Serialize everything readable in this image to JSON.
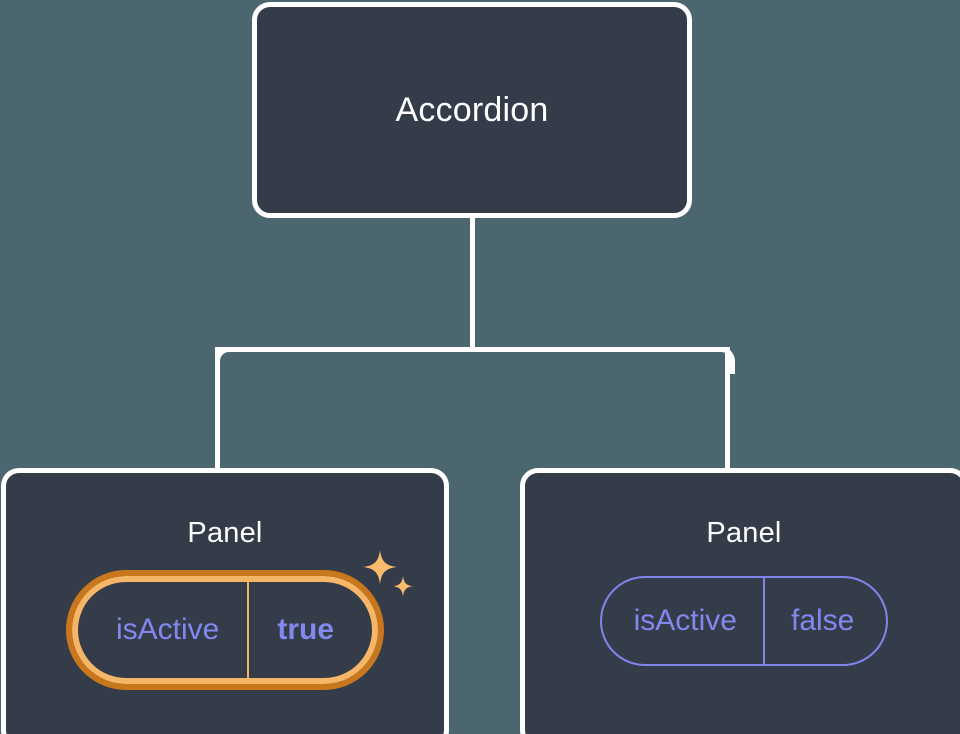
{
  "theme": {
    "background": "#4c6670",
    "node_fill": "#343c4a",
    "node_border": "#ffffff",
    "edge_color": "#ffffff",
    "prop_text": "#8188ee",
    "prop_border": "#7f85ec",
    "highlight_inner": "#f6b667",
    "highlight_outer": "#c8771c",
    "sparkle": "#fabb6c",
    "title_text": "#ffffff"
  },
  "diagram": {
    "type": "component-tree",
    "root": {
      "title": "Accordion"
    },
    "children": [
      {
        "title": "Panel",
        "highlighted": true,
        "props": [
          {
            "key": "isActive",
            "value": "true",
            "bold_value": true
          }
        ],
        "sparkle_icon": "sparkles-icon"
      },
      {
        "title": "Panel",
        "highlighted": false,
        "props": [
          {
            "key": "isActive",
            "value": "false",
            "bold_value": false
          }
        ]
      }
    ]
  }
}
